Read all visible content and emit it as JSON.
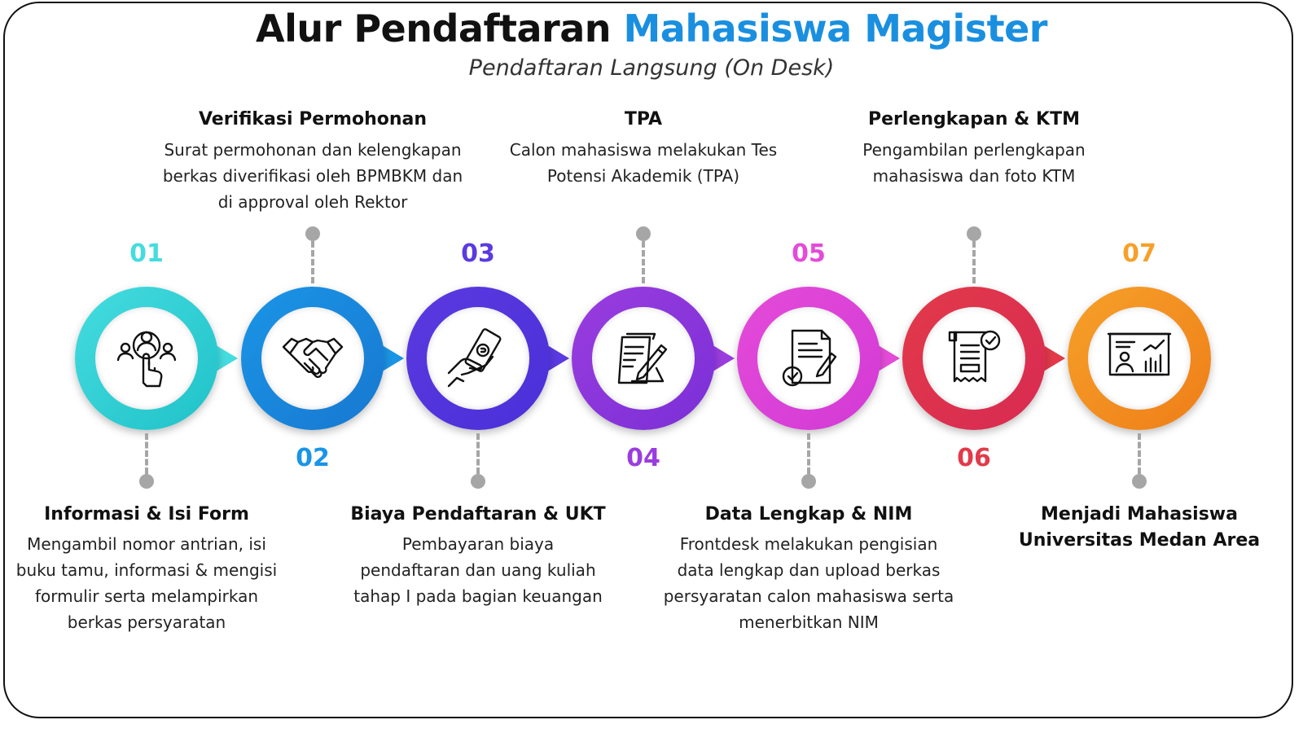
{
  "title": {
    "part1": "Alur Pendaftaran ",
    "part2": "Mahasiswa Magister"
  },
  "subtitle": "Pendaftaran Langsung (On Desk)",
  "colors": {
    "accent": "#1a8fe0",
    "dark": "#111111",
    "connector": "#a6a6a6"
  },
  "steps": [
    {
      "number": "01",
      "title": "Informasi & Isi Form",
      "desc": [
        "Mengambil nomor antrian, isi",
        "buku tamu, informasi & mengisi",
        "formulir serta melampirkan",
        "berkas persyaratan"
      ],
      "color": "#1fc2c9",
      "color_light": "#45dcdf",
      "icon": "user-click-icon"
    },
    {
      "number": "02",
      "title": "Verifikasi Permohonan",
      "desc": [
        "Surat permohonan dan kelengkapan",
        "berkas diverifikasi oleh BPMBKM dan",
        "di approval oleh Rektor"
      ],
      "color": "#1878d0",
      "color_light": "#1a95e6",
      "icon": "handshake-icon"
    },
    {
      "number": "03",
      "title": "Biaya Pendaftaran & UKT",
      "desc": [
        "Pembayaran biaya",
        "pendaftaran dan uang kuliah",
        "tahap I pada bagian keuangan"
      ],
      "color": "#4a2fd8",
      "color_light": "#5b3ae0",
      "icon": "payment-hand-icon"
    },
    {
      "number": "04",
      "title": "TPA",
      "desc": [
        "Calon mahasiswa melakukan Tes",
        "Potensi Akademik (TPA)"
      ],
      "color": "#7a2fd6",
      "color_light": "#9a3ddf",
      "icon": "document-pen-icon"
    },
    {
      "number": "05",
      "title": "Data Lengkap & NIM",
      "desc": [
        "Frontdesk melakukan pengisian",
        "data lengkap dan upload berkas",
        "persyaratan calon mahasiswa serta",
        "menerbitkan NIM"
      ],
      "color": "#d23ad6",
      "color_light": "#e44bd8",
      "icon": "certified-document-icon"
    },
    {
      "number": "06",
      "title": "Perlengkapan & KTM",
      "desc": [
        "Pengambilan perlengkapan",
        "mahasiswa dan foto KTM"
      ],
      "color": "#d82a52",
      "color_light": "#e23a4a",
      "icon": "receipt-check-icon"
    },
    {
      "number": "07",
      "title": "Menjadi Mahasiswa Universitas Medan Area",
      "title_lines": [
        "Menjadi Mahasiswa",
        "Universitas Medan Area"
      ],
      "desc": [],
      "color": "#ef7e18",
      "color_light": "#f6a02a",
      "icon": "presentation-board-icon"
    }
  ]
}
